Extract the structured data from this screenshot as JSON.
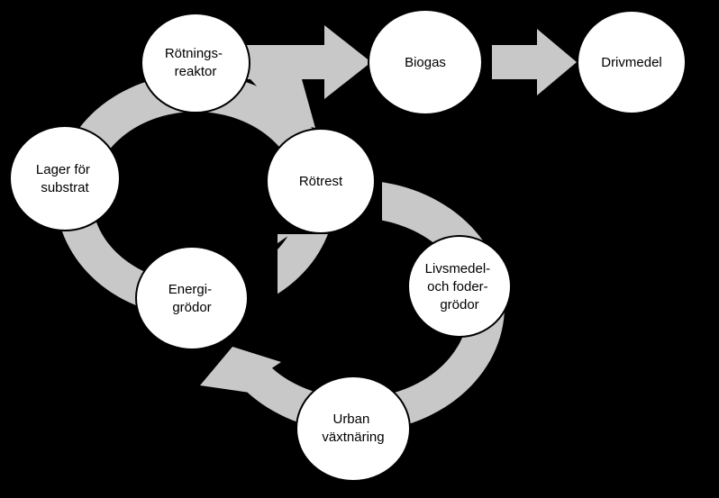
{
  "nodes": {
    "rotningsreaktor": {
      "lines": [
        "Rötnings-",
        "reaktor"
      ]
    },
    "biogas": {
      "lines": [
        "Biogas"
      ]
    },
    "drivmedel": {
      "lines": [
        "Drivmedel"
      ]
    },
    "lager": {
      "lines": [
        "Lager för",
        "substrat"
      ]
    },
    "rotrest": {
      "lines": [
        "Rötrest"
      ]
    },
    "energigrodor": {
      "lines": [
        "Energi-",
        "grödor"
      ]
    },
    "livsmedel": {
      "lines": [
        "Livsmedel-",
        "och foder-",
        "grödor"
      ]
    },
    "urban": {
      "lines": [
        "Urban",
        "växtnäring"
      ]
    }
  },
  "colors": {
    "background": "#000000",
    "arrow": "#c8c8c8",
    "node_fill": "#ffffff"
  }
}
